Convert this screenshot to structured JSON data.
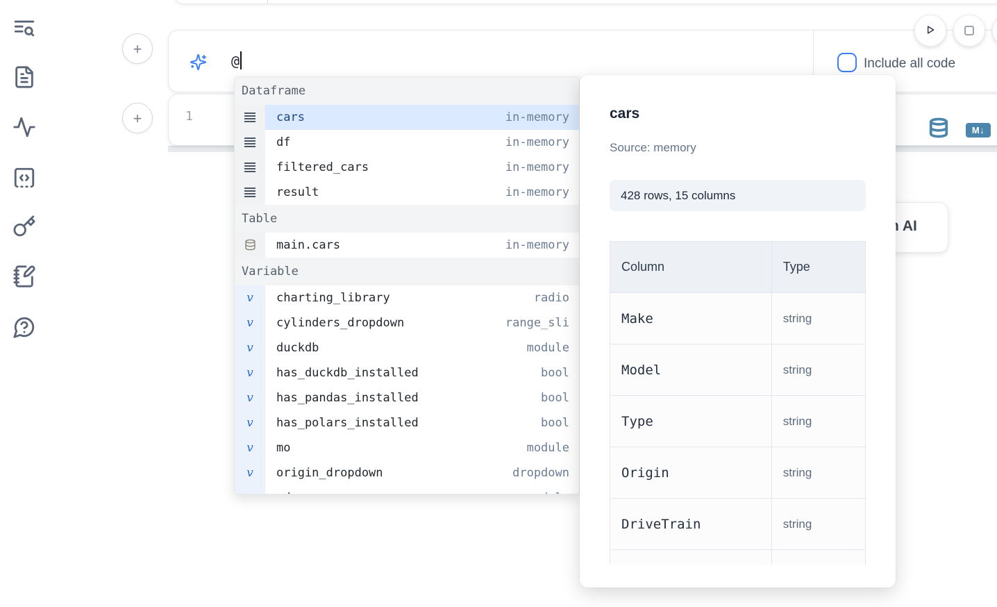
{
  "sidebar": {
    "items": [
      {
        "icon": "text-search-icon"
      },
      {
        "icon": "file-text-icon"
      },
      {
        "icon": "activity-icon"
      },
      {
        "icon": "code-square-icon"
      },
      {
        "icon": "key-icon"
      },
      {
        "icon": "notebook-pen-icon"
      },
      {
        "icon": "help-bubble-icon"
      }
    ]
  },
  "toolbar": {
    "run_icon": "play",
    "stop_icon": "stop"
  },
  "add_buttons": {
    "plus": "+"
  },
  "prompt": {
    "value": "@",
    "include_all_code_label": "Include all code"
  },
  "code_cell": {
    "line_number": "1",
    "markdown_badge": "M↓"
  },
  "autocomplete": {
    "sections": [
      {
        "label": "Dataframe",
        "items": [
          {
            "name": "cars",
            "type": "in-memory",
            "selected": true
          },
          {
            "name": "df",
            "type": "in-memory"
          },
          {
            "name": "filtered_cars",
            "type": "in-memory"
          },
          {
            "name": "result",
            "type": "in-memory"
          }
        ]
      },
      {
        "label": "Table",
        "items": [
          {
            "name": "main.cars",
            "type": "in-memory"
          }
        ]
      },
      {
        "label": "Variable",
        "items": [
          {
            "name": "charting_library",
            "type": "radio"
          },
          {
            "name": "cylinders_dropdown",
            "type": "range_sli"
          },
          {
            "name": "duckdb",
            "type": "module"
          },
          {
            "name": "has_duckdb_installed",
            "type": "bool"
          },
          {
            "name": "has_pandas_installed",
            "type": "bool"
          },
          {
            "name": "has_polars_installed",
            "type": "bool"
          },
          {
            "name": "mo",
            "type": "module"
          },
          {
            "name": "origin_dropdown",
            "type": "dropdown"
          },
          {
            "name": "pd",
            "type": "module"
          }
        ]
      }
    ]
  },
  "preview_panel": {
    "title": "cars",
    "source": "Source: memory",
    "shape": "428 rows, 15 columns",
    "table": {
      "headers": [
        "Column",
        "Type"
      ],
      "rows": [
        {
          "column": "Make",
          "type": "string"
        },
        {
          "column": "Model",
          "type": "string"
        },
        {
          "column": "Type",
          "type": "string"
        },
        {
          "column": "Origin",
          "type": "string"
        },
        {
          "column": "DriveTrain",
          "type": "string"
        },
        {
          "column": "",
          "type": ""
        }
      ]
    }
  },
  "ai_button": {
    "visible_label": "h AI"
  },
  "colors": {
    "accent_blue": "#3b82f6",
    "selection_bg": "#dbeafe",
    "steel_blue": "#4d86ad",
    "sidebar_icon": "#5a6577"
  }
}
